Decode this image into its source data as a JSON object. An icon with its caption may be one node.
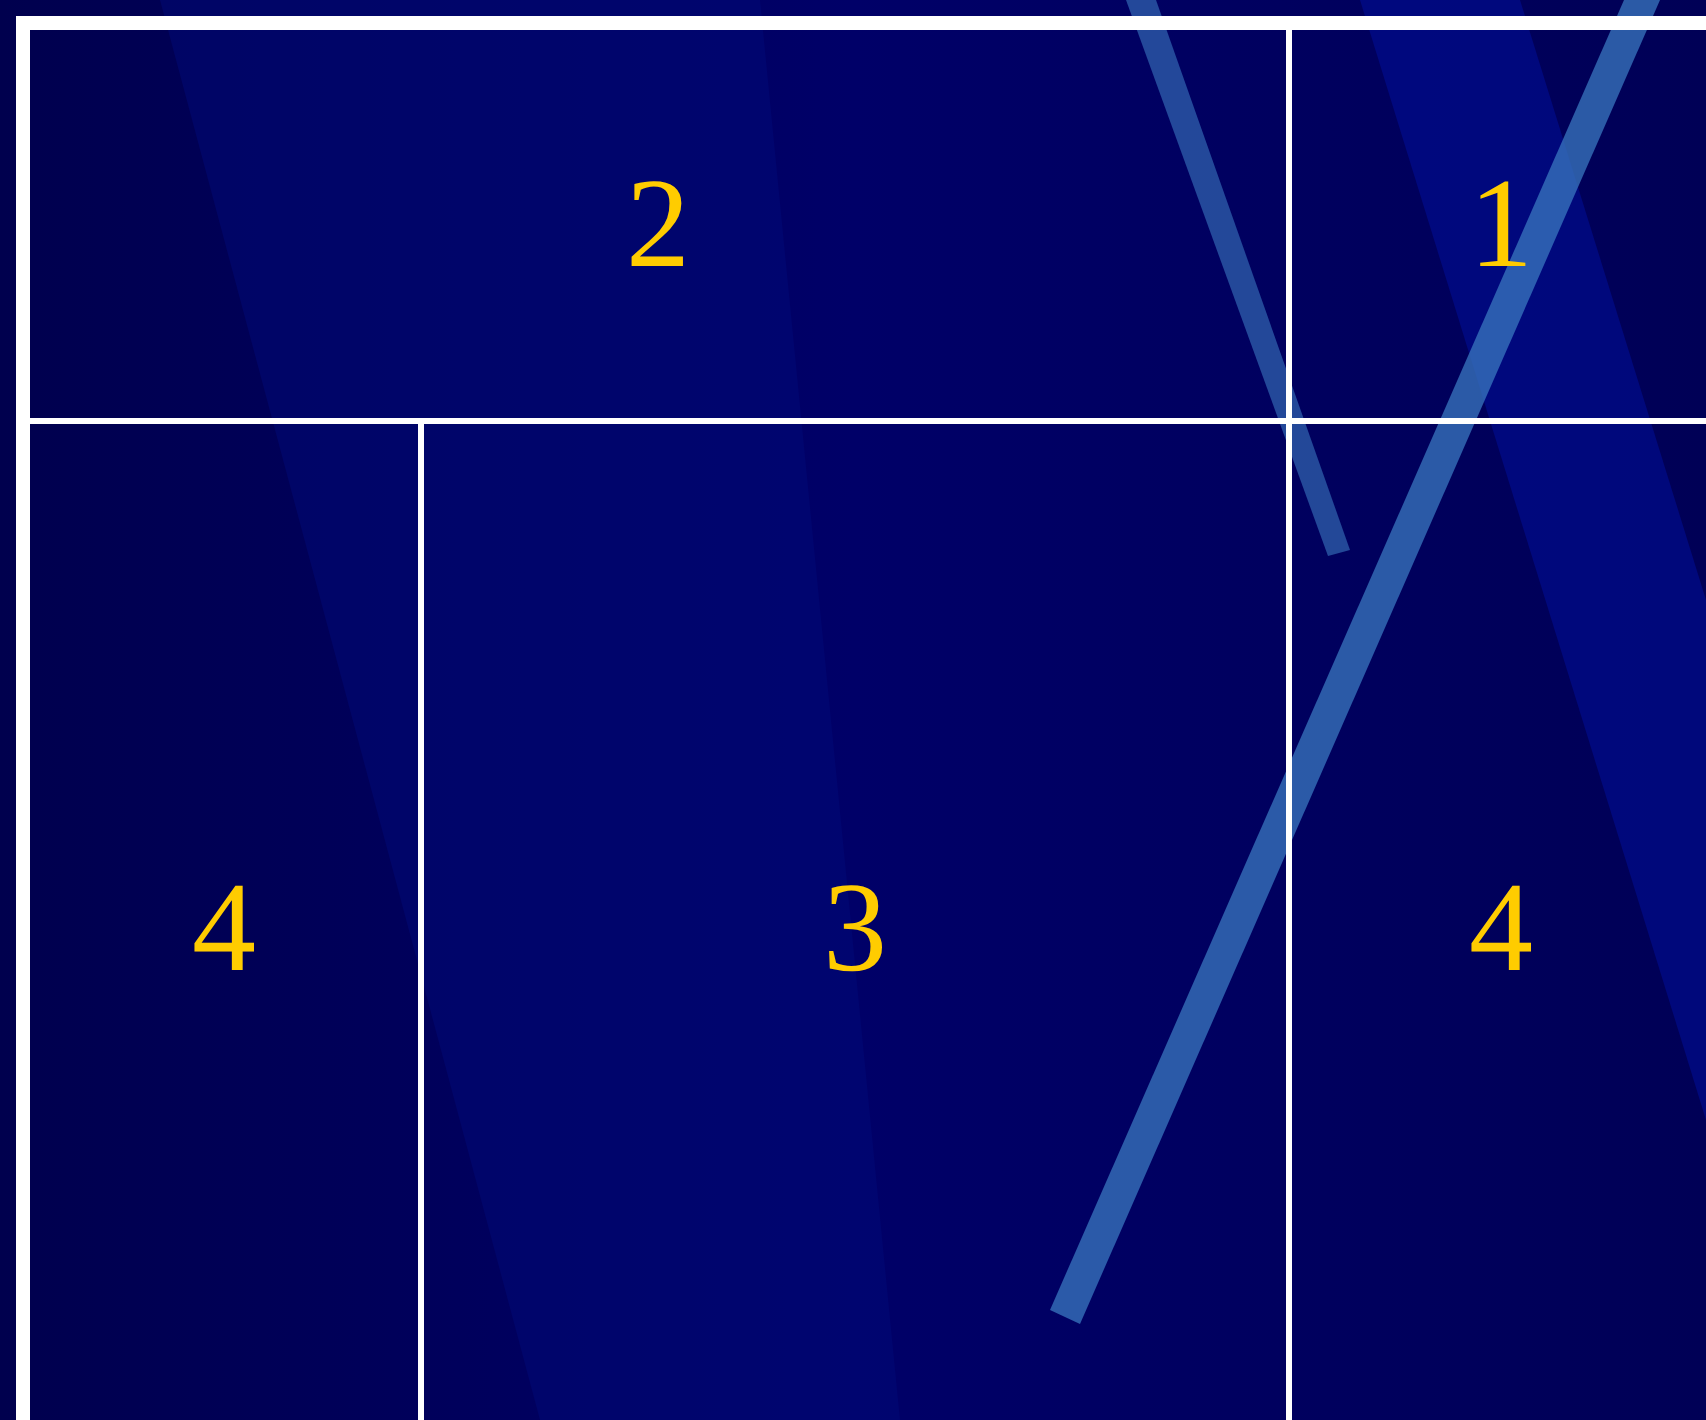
{
  "diagram": {
    "nodes": [
      {
        "text": [
          "2"
        ]
      },
      {
        "text": [
          "1"
        ]
      },
      {
        "text": [
          "4"
        ]
      },
      {
        "text": [
          "3"
        ]
      },
      {
        "text": [
          "4"
        ]
      }
    ]
  }
}
